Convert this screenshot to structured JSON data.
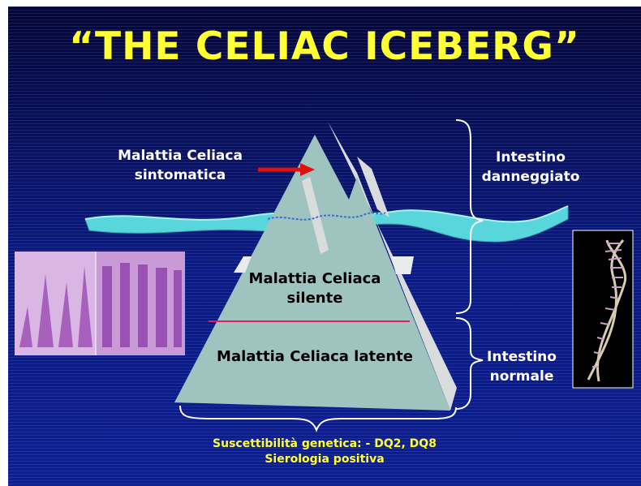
{
  "title": "“THE CELIAC ICEBERG”",
  "left_label": {
    "line1": "Malattia Celiaca",
    "line2": "sintomatica"
  },
  "iceberg": {
    "silent_line1": "Malattia Celiaca",
    "silent_line2": "silente",
    "latent": "Malattia Celiaca latente"
  },
  "right_top": {
    "line1": "Intestino",
    "line2": "danneggiato"
  },
  "right_bottom": {
    "line1": "Intestino",
    "line2": "normale"
  },
  "bottom": {
    "line1": "Suscettibilità genetica: -  DQ2, DQ8",
    "line2": "Sierologia positiva"
  },
  "colors": {
    "title": "#ffff33",
    "background": "#0a1a86",
    "iceberg": "#9fc4bf",
    "water": "#5fe0e0",
    "arrow": "#e01010",
    "divider": "#e02060"
  }
}
